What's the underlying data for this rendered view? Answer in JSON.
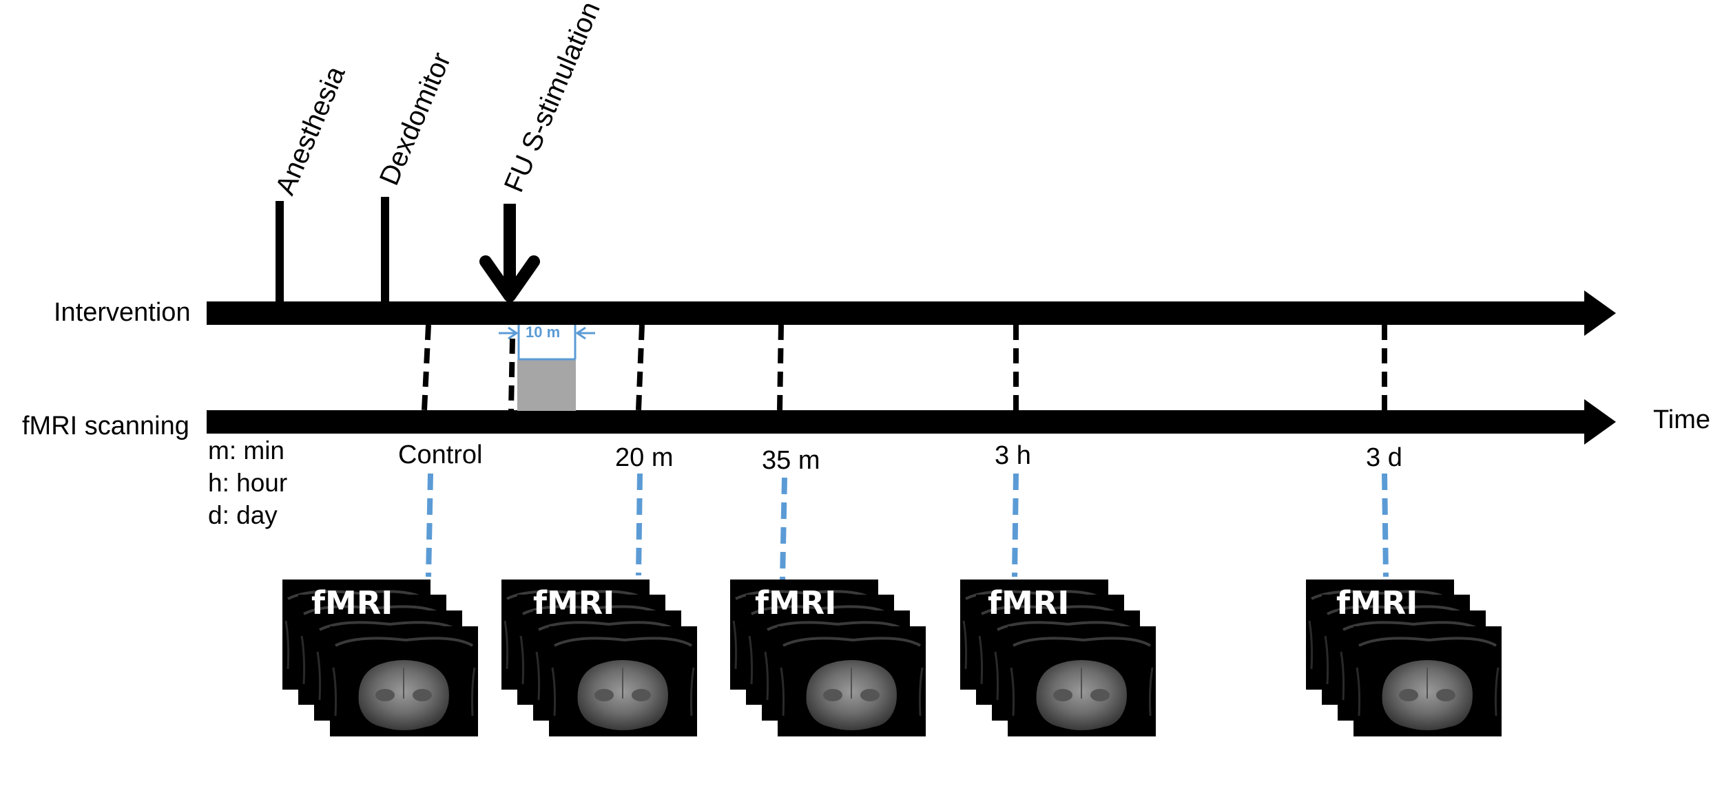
{
  "rows": {
    "intervention": "Intervention",
    "fmri": "fMRI scanning",
    "time_axis": "Time"
  },
  "events": [
    {
      "label": "Anesthesia"
    },
    {
      "label": "Dexdomitor"
    },
    {
      "label": "FU S-stimulation"
    }
  ],
  "stimulation_duration": "10 m",
  "timepoints": [
    {
      "label": "Control"
    },
    {
      "label": "20 m"
    },
    {
      "label": "35 m"
    },
    {
      "label": "3 h"
    },
    {
      "label": "3 d"
    }
  ],
  "legend": [
    "m: min",
    "h: hour",
    "d: day"
  ],
  "stack_title": "fMRI",
  "colors": {
    "line": "#000000",
    "connector_blue": "#5b9bd5",
    "stim_box": "#a6a6a6",
    "scan_bg": "#000000"
  }
}
